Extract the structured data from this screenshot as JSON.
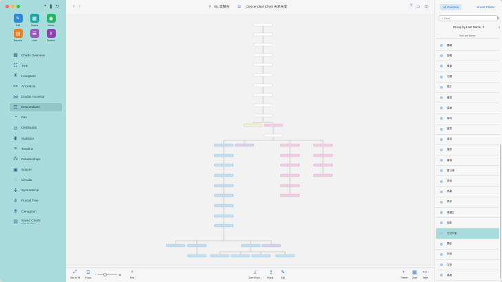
{
  "sidebar": {
    "tiles": [
      {
        "label": "Edit",
        "icon": "pencil-icon",
        "color": "#2a8ad6",
        "glyph": "✎"
      },
      {
        "label": "Charts",
        "icon": "charts-icon",
        "color": "#1aa5a5",
        "glyph": "▦"
      },
      {
        "label": "Views",
        "icon": "eye-icon",
        "color": "#28b463",
        "glyph": "◉"
      },
      {
        "label": "Reports",
        "icon": "reports-icon",
        "color": "#e67e22",
        "glyph": "▤"
      },
      {
        "label": "Lists",
        "icon": "lists-icon",
        "color": "#9b59b6",
        "glyph": "☰"
      },
      {
        "label": "Publish",
        "icon": "publish-icon",
        "color": "#8e44ad",
        "glyph": "⇪"
      }
    ],
    "nav": [
      {
        "label": "Charts Overview",
        "icon": "charts-overview-icon",
        "glyph": "▦"
      },
      {
        "label": "Tree",
        "icon": "tree-icon",
        "glyph": "☷"
      },
      {
        "label": "Hourglass",
        "icon": "hourglass-icon",
        "glyph": "⧗"
      },
      {
        "label": "Ancestors",
        "icon": "ancestors-icon",
        "glyph": "⊶"
      },
      {
        "label": "Double Ancestor",
        "icon": "double-ancestor-icon",
        "glyph": "⋈"
      },
      {
        "label": "Descendants",
        "icon": "descendants-icon",
        "glyph": "☰",
        "active": true
      },
      {
        "label": "Fan",
        "icon": "fan-icon",
        "glyph": "◔"
      },
      {
        "label": "Distribution",
        "icon": "distribution-icon",
        "glyph": "◎"
      },
      {
        "label": "Statistics",
        "icon": "statistics-icon",
        "glyph": "▮"
      },
      {
        "label": "Timeline",
        "icon": "timeline-icon",
        "glyph": "≡"
      },
      {
        "label": "Relationships",
        "icon": "relationships-icon",
        "glyph": "⁂"
      },
      {
        "label": "Square",
        "icon": "square-icon",
        "glyph": "▣"
      },
      {
        "label": "Circular",
        "icon": "circular-icon",
        "glyph": "◌"
      },
      {
        "label": "Symmetrical",
        "icon": "symmetrical-icon",
        "glyph": "✣"
      },
      {
        "label": "Fractal Tree",
        "icon": "fractal-tree-icon",
        "glyph": "⋔"
      },
      {
        "label": "Genogram",
        "icon": "genogram-icon",
        "glyph": "⊕"
      },
      {
        "label": "Saved Charts",
        "icon": "saved-charts-icon",
        "glyph": "▤",
        "sub": "0 Saved Charts"
      }
    ]
  },
  "main": {
    "db_title": "45_高陽氏",
    "chart_title": "Descendant Chart 天武天皇",
    "toolbar": {
      "size_to_fit": "Size to Fit",
      "focus": "Focus",
      "find": "Find",
      "save_chart": "Save Chart...",
      "share": "Share...",
      "edit": "Edit",
      "theme": "Theme",
      "chart": "Chart",
      "style": "Style"
    }
  },
  "right_panel": {
    "tabs": [
      "All Persons",
      "Smart Filters"
    ],
    "search_placeholder": "Find",
    "group_by": "Group by Last Name",
    "group_header": "No Last Name",
    "persons": [
      "顓頊",
      "窮蟬",
      "敬康",
      "句望",
      "橋牛",
      "瞽叟",
      "重華",
      "商均",
      "虞思",
      "虞遂",
      "虞夏",
      "虞胡",
      "虞公滿",
      "泰穆",
      "泰康",
      "泰仲",
      "美國王",
      "謝慶",
      "天武天皇",
      "顓臣",
      "朱穆",
      "文穆",
      "高嚴"
    ],
    "selected": "天武天皇"
  }
}
